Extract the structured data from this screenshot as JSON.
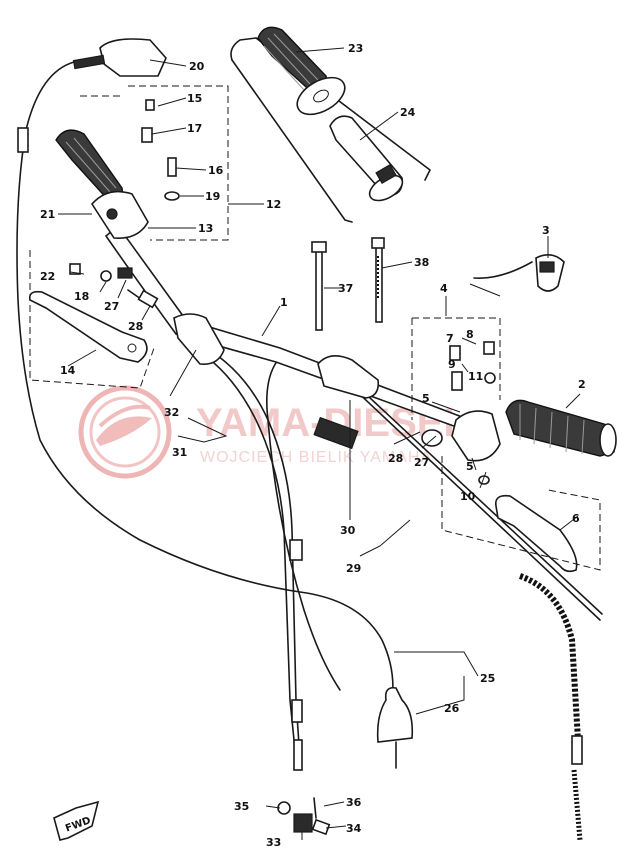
{
  "watermark": {
    "title": "YAMA-DIESEL",
    "subtitle": "WOJCIECH  BIELIK  YAMAHA",
    "color": "#e89a9a"
  },
  "fwd_arrow": {
    "label": "FWD"
  },
  "labels": [
    {
      "id": "l1",
      "text": "1"
    },
    {
      "id": "l2",
      "text": "2"
    },
    {
      "id": "l3",
      "text": "3"
    },
    {
      "id": "l4",
      "text": "4"
    },
    {
      "id": "l5a",
      "text": "5"
    },
    {
      "id": "l5b",
      "text": "5"
    },
    {
      "id": "l6",
      "text": "6"
    },
    {
      "id": "l7",
      "text": "7"
    },
    {
      "id": "l8",
      "text": "8"
    },
    {
      "id": "l9",
      "text": "9"
    },
    {
      "id": "l10",
      "text": "10"
    },
    {
      "id": "l11",
      "text": "11"
    },
    {
      "id": "l12",
      "text": "12"
    },
    {
      "id": "l13",
      "text": "13"
    },
    {
      "id": "l14",
      "text": "14"
    },
    {
      "id": "l15",
      "text": "15"
    },
    {
      "id": "l16",
      "text": "16"
    },
    {
      "id": "l17",
      "text": "17"
    },
    {
      "id": "l18",
      "text": "18"
    },
    {
      "id": "l19",
      "text": "19"
    },
    {
      "id": "l20",
      "text": "20"
    },
    {
      "id": "l21",
      "text": "21"
    },
    {
      "id": "l22",
      "text": "22"
    },
    {
      "id": "l23",
      "text": "23"
    },
    {
      "id": "l24",
      "text": "24"
    },
    {
      "id": "l25",
      "text": "25"
    },
    {
      "id": "l26",
      "text": "26"
    },
    {
      "id": "l27a",
      "text": "27"
    },
    {
      "id": "l27b",
      "text": "27"
    },
    {
      "id": "l28a",
      "text": "28"
    },
    {
      "id": "l28b",
      "text": "28"
    },
    {
      "id": "l29",
      "text": "29"
    },
    {
      "id": "l30",
      "text": "30"
    },
    {
      "id": "l31",
      "text": "31"
    },
    {
      "id": "l32",
      "text": "32"
    },
    {
      "id": "l33",
      "text": "33"
    },
    {
      "id": "l34",
      "text": "34"
    },
    {
      "id": "l35",
      "text": "35"
    },
    {
      "id": "l36",
      "text": "36"
    },
    {
      "id": "l37",
      "text": "37"
    },
    {
      "id": "l38",
      "text": "38"
    }
  ]
}
